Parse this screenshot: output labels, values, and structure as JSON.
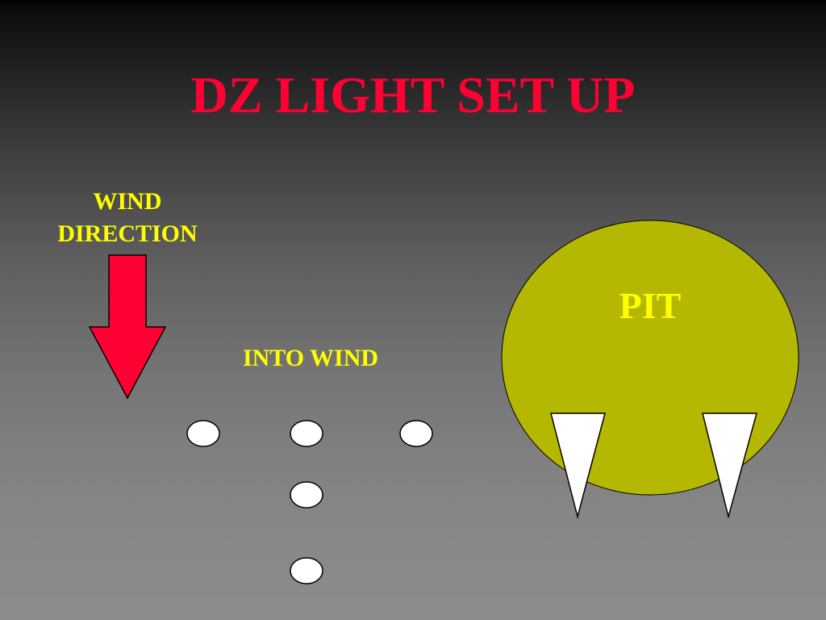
{
  "title": "DZ LIGHT SET UP",
  "wind": {
    "label_line1": "WIND",
    "label_line2": "DIRECTION",
    "arrow_icon": "down-arrow-icon"
  },
  "into_wind_label": "INTO WIND",
  "pit": {
    "label": "PIT"
  },
  "colors": {
    "title": "#ff0033",
    "labels": "#ffff00",
    "arrow": "#ff0033",
    "pit_fill": "#b5b800",
    "lights": "#ffffff",
    "outline": "#000000"
  }
}
